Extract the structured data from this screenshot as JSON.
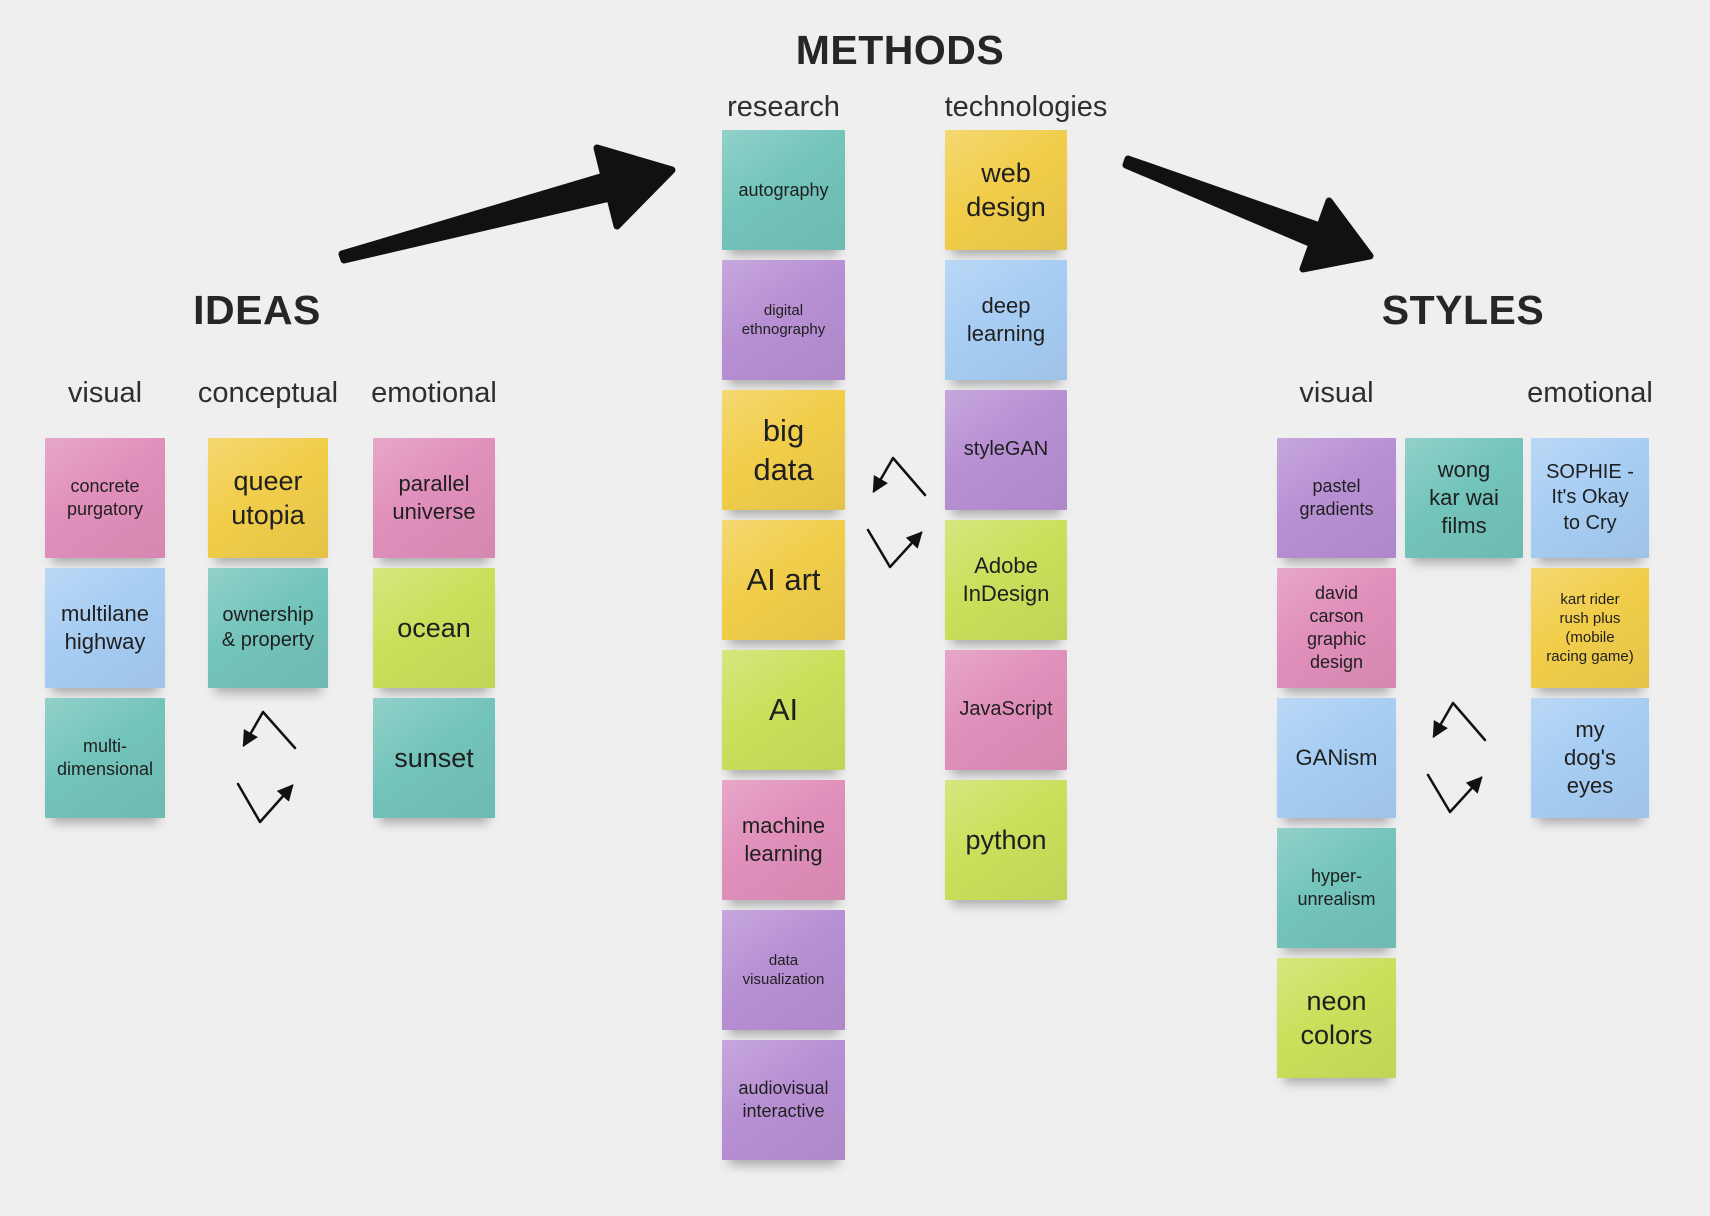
{
  "board": {
    "background": "#f0efef",
    "palette": {
      "pink": "#e08fba",
      "yellow": "#f1cd4a",
      "blue": "#a7cdf3",
      "teal": "#73c4bb",
      "green": "#cbdf5b",
      "purple": "#b78fd3",
      "ink": "#111111"
    },
    "sections": [
      {
        "id": "ideas",
        "title": "IDEAS",
        "columns": [
          {
            "id": "ideas-visual",
            "header": "visual",
            "notes": [
              {
                "text": "concrete\npurgatory",
                "color": "pink",
                "size": "sm"
              },
              {
                "text": "multilane\nhighway",
                "color": "blue",
                "size": "ml"
              },
              {
                "text": "multi-\ndimensional",
                "color": "teal",
                "size": "sm"
              }
            ]
          },
          {
            "id": "ideas-conceptual",
            "header": "conceptual",
            "notes": [
              {
                "text": "queer\nutopia",
                "color": "yellow",
                "size": "lg"
              },
              {
                "text": "ownership\n& property",
                "color": "teal",
                "size": "md"
              }
            ]
          },
          {
            "id": "ideas-emotional",
            "header": "emotional",
            "notes": [
              {
                "text": "parallel\nuniverse",
                "color": "pink",
                "size": "ml"
              },
              {
                "text": "ocean",
                "color": "green",
                "size": "lg"
              },
              {
                "text": "sunset",
                "color": "teal",
                "size": "lg"
              }
            ]
          }
        ]
      },
      {
        "id": "methods",
        "title": "METHODS",
        "columns": [
          {
            "id": "methods-research",
            "header": "research",
            "notes": [
              {
                "text": "autography",
                "color": "teal",
                "size": "sm"
              },
              {
                "text": "digital\nethnography",
                "color": "purple",
                "size": "xs"
              },
              {
                "text": "big\ndata",
                "color": "yellow",
                "size": "xl"
              },
              {
                "text": "AI art",
                "color": "yellow",
                "size": "xl"
              },
              {
                "text": "AI",
                "color": "green",
                "size": "xl"
              },
              {
                "text": "machine\nlearning",
                "color": "pink",
                "size": "ml"
              },
              {
                "text": "data\nvisualization",
                "color": "purple",
                "size": "xs"
              },
              {
                "text": "audiovisual\ninteractive",
                "color": "purple",
                "size": "sm"
              }
            ]
          },
          {
            "id": "methods-technologies",
            "header": "technologies",
            "notes": [
              {
                "text": "web\ndesign",
                "color": "yellow",
                "size": "lg"
              },
              {
                "text": "deep\nlearning",
                "color": "blue",
                "size": "ml"
              },
              {
                "text": "styleGAN",
                "color": "purple",
                "size": "md"
              },
              {
                "text": "Adobe\nInDesign",
                "color": "green",
                "size": "ml"
              },
              {
                "text": "JavaScript",
                "color": "pink",
                "size": "md"
              },
              {
                "text": "python",
                "color": "green",
                "size": "lg"
              }
            ]
          }
        ]
      },
      {
        "id": "styles",
        "title": "STYLES",
        "columns": [
          {
            "id": "styles-visual",
            "header": "visual",
            "notes": [
              {
                "text": "pastel\ngradients",
                "color": "purple",
                "size": "sm"
              },
              {
                "text": "david\ncarson\ngraphic\ndesign",
                "color": "pink",
                "size": "sm"
              },
              {
                "text": "GANism",
                "color": "blue",
                "size": "ml"
              },
              {
                "text": "hyper-\nunrealism",
                "color": "teal",
                "size": "sm"
              },
              {
                "text": "neon\ncolors",
                "color": "green",
                "size": "lg"
              }
            ]
          },
          {
            "id": "styles-middle",
            "header": "",
            "notes": [
              {
                "text": "wong\nkar wai\nfilms",
                "color": "teal",
                "size": "ml"
              }
            ]
          },
          {
            "id": "styles-emotional",
            "header": "emotional",
            "notes": [
              {
                "text": "SOPHIE -\nIt's Okay\nto Cry",
                "color": "blue",
                "size": "md"
              },
              {
                "text": "kart rider\nrush plus\n(mobile\nracing game)",
                "color": "yellow",
                "size": "xs"
              },
              {
                "text": "my\ndog's\neyes",
                "color": "blue",
                "size": "ml"
              }
            ]
          }
        ]
      }
    ],
    "connectors": [
      {
        "name": "arrow-ideas-to-methods"
      },
      {
        "name": "arrow-methods-to-styles"
      },
      {
        "name": "exchange-arrows-ideas"
      },
      {
        "name": "exchange-arrows-methods"
      },
      {
        "name": "exchange-arrows-styles"
      }
    ]
  }
}
